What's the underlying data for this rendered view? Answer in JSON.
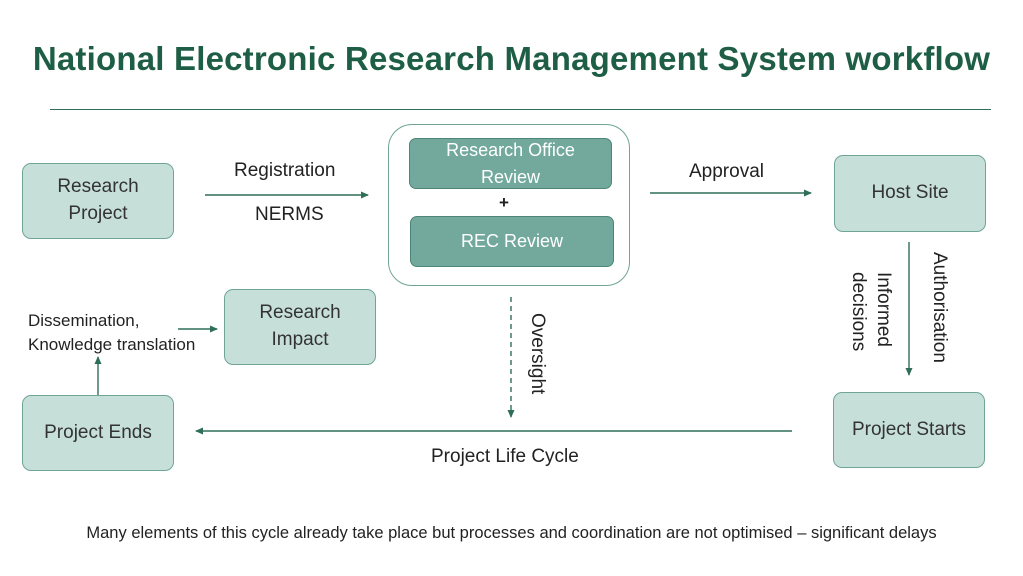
{
  "title": "National Electronic Research Management System workflow",
  "nodes": {
    "research_project": [
      "Research",
      "Project"
    ],
    "research_office_review": [
      "Research Office",
      "Review"
    ],
    "plus": "+",
    "rec_review": "REC Review",
    "host_site": "Host Site",
    "research_impact": [
      "Research",
      "Impact"
    ],
    "project_ends": "Project Ends",
    "project_starts": "Project Starts"
  },
  "edge_labels": {
    "registration": "Registration",
    "nerms": "NERMS",
    "approval": "Approval",
    "oversight": "Oversight",
    "authorisation": "Authorisation",
    "informed_decisions": [
      "Informed",
      "decisions"
    ],
    "dissemination": [
      "Dissemination,",
      "Knowledge translation"
    ],
    "project_life_cycle": "Project Life Cycle"
  },
  "footer": "Many elements of this cycle already take place but processes and coordination are not optimised – significant delays",
  "colors": {
    "title": "#1f5e46",
    "box_fill": "#c7dfd9",
    "box_border": "#6fa597",
    "inner_fill": "#72a99c",
    "arrow": "#2f6e57"
  }
}
